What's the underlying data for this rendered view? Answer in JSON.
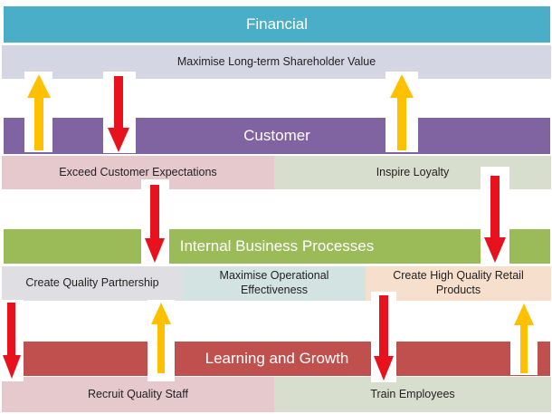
{
  "colors": {
    "financial": "#4aaec8",
    "customer": "#8064a2",
    "internal": "#9bbb59",
    "learning": "#c0504d",
    "up_arrow": "#ffc000",
    "down_arrow": "#e8121e"
  },
  "perspectives": {
    "financial": {
      "title": "Financial",
      "objectives": [
        "Maximise Long-term Shareholder Value"
      ]
    },
    "customer": {
      "title": "Customer",
      "objectives": [
        "Exceed Customer Expectations",
        "Inspire Loyalty"
      ]
    },
    "internal": {
      "title": "Internal Business Processes",
      "objectives": [
        "Create Quality Partnership",
        "Maximise Operational Effectiveness",
        "Create High Quality Retail Products"
      ]
    },
    "learning": {
      "title": "Learning and Growth",
      "objectives": [
        "Recruit Quality Staff",
        "Train Employees"
      ]
    }
  },
  "arrows": [
    {
      "direction": "up"
    },
    {
      "direction": "down"
    },
    {
      "direction": "up"
    },
    {
      "direction": "down"
    },
    {
      "direction": "down"
    },
    {
      "direction": "down"
    },
    {
      "direction": "up"
    },
    {
      "direction": "down"
    },
    {
      "direction": "up"
    }
  ]
}
